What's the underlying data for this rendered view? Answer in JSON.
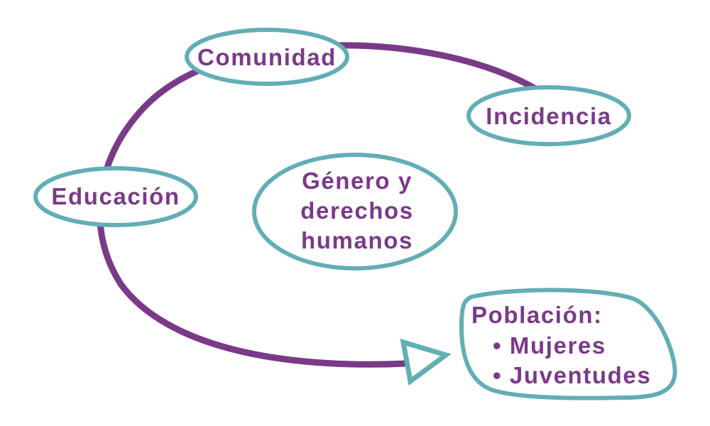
{
  "colors": {
    "purple": "#7A3A87",
    "teal": "#62AEB5"
  },
  "nodes": {
    "comunidad": "Comunidad",
    "incidencia": "Incidencia",
    "educacion": "Educación",
    "center": [
      "Género y",
      "derechos",
      "humanos"
    ],
    "poblacion": {
      "title": "Población:",
      "items": [
        "• Mujeres",
        "• Juventudes"
      ]
    }
  }
}
